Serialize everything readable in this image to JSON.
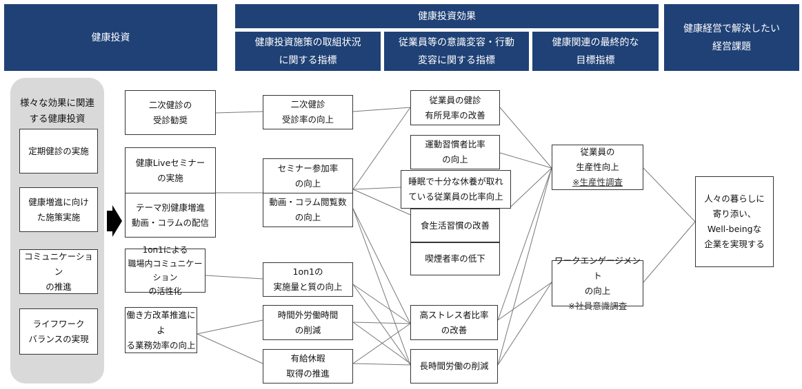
{
  "headers": {
    "investment": "健康投資",
    "effect": "健康投資効果",
    "effect_sub1": "健康投資施策の取組状況\nに関する指標",
    "effect_sub2": "従業員等の意識変容・行動\n変容に関する指標",
    "effect_sub3": "健康関連の最終的な\n目標指標",
    "issue": "健康経営で解決したい\n経営課題"
  },
  "panel": {
    "title": "様々な効果に関連\nする健康投資",
    "items": [
      "定期健診の実施",
      "健康増進に向け\nた施策実施",
      "コミュニケーション\nの推進",
      "ライフワーク\nバランスの実現"
    ]
  },
  "investments": [
    "二次健診の\n受診勧奨",
    "健康Liveセミナー\nの実施",
    "テーマ別健康増進\n動画・コラムの配信",
    "1on1による\n職場内コミュニケーション\nの活性化",
    "働き方改革推進によ\nる業務効率の向上"
  ],
  "indicators": [
    "二次健診\n受診率の向上",
    "セミナー参加率\nの向上",
    "動画・コラム閲覧数\nの向上",
    "1on1の\n実施量と質の向上",
    "時間外労働時間\nの削減",
    "有給休暇\n取得の推進"
  ],
  "behaviors": [
    "従業員の健診\n有所見率の改善",
    "運動習慣者比率\nの向上",
    "睡眠で十分な休養が取れ\nている従業員の比率向上",
    "食生活習慣の改善",
    "喫煙者率の低下",
    "高ストレス者比率\nの改善",
    "長時間労働の削減"
  ],
  "outcomes": {
    "productivity": "従業員の\n生産性向上",
    "productivity_note": "※生産性調査",
    "engagement": "ワークエンゲージメント\nの向上",
    "engagement_note": "※社員意識調査"
  },
  "final_goal": "人々の暮らしに\n寄り添い、\nWell-beingな\n企業を実現する",
  "colors": {
    "header": "#1f4176",
    "panel": "#d9d9d9",
    "line": "#777777"
  }
}
